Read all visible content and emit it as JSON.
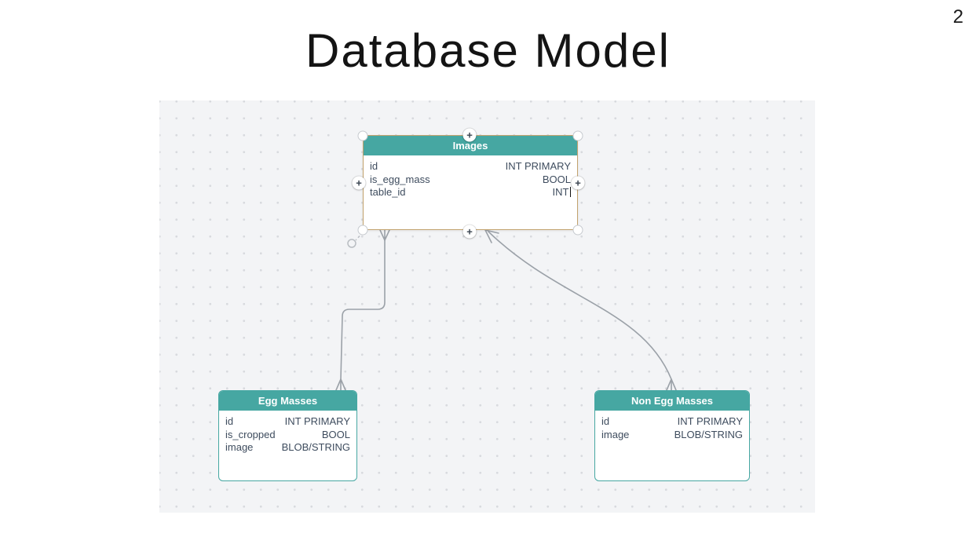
{
  "page": {
    "number": "2",
    "title": "Database Model"
  },
  "icons": {
    "plus": "+"
  },
  "colors": {
    "table_teal": "#46a7a2",
    "selected_border": "#c2a26d",
    "connector_gray": "#9ba1a8",
    "field_text": "#3e4c5e",
    "canvas_bg": "#f3f4f6"
  },
  "tables": [
    {
      "name": "Images",
      "selected": true,
      "fields": [
        {
          "name": "id",
          "type": "INT PRIMARY"
        },
        {
          "name": "is_egg_mass",
          "type": "BOOL"
        },
        {
          "name": "table_id",
          "type": "INT"
        }
      ]
    },
    {
      "name": "Egg Masses",
      "selected": false,
      "fields": [
        {
          "name": "id",
          "type": "INT PRIMARY"
        },
        {
          "name": "is_cropped",
          "type": "BOOL"
        },
        {
          "name": "image",
          "type": "BLOB/STRING"
        }
      ]
    },
    {
      "name": "Non Egg Masses",
      "selected": false,
      "fields": [
        {
          "name": "id",
          "type": "INT PRIMARY"
        },
        {
          "name": "image",
          "type": "BLOB/STRING"
        }
      ]
    }
  ],
  "relationships": [
    {
      "from": "Images",
      "to": "Egg Masses"
    },
    {
      "from": "Images",
      "to": "Non Egg Masses"
    }
  ]
}
